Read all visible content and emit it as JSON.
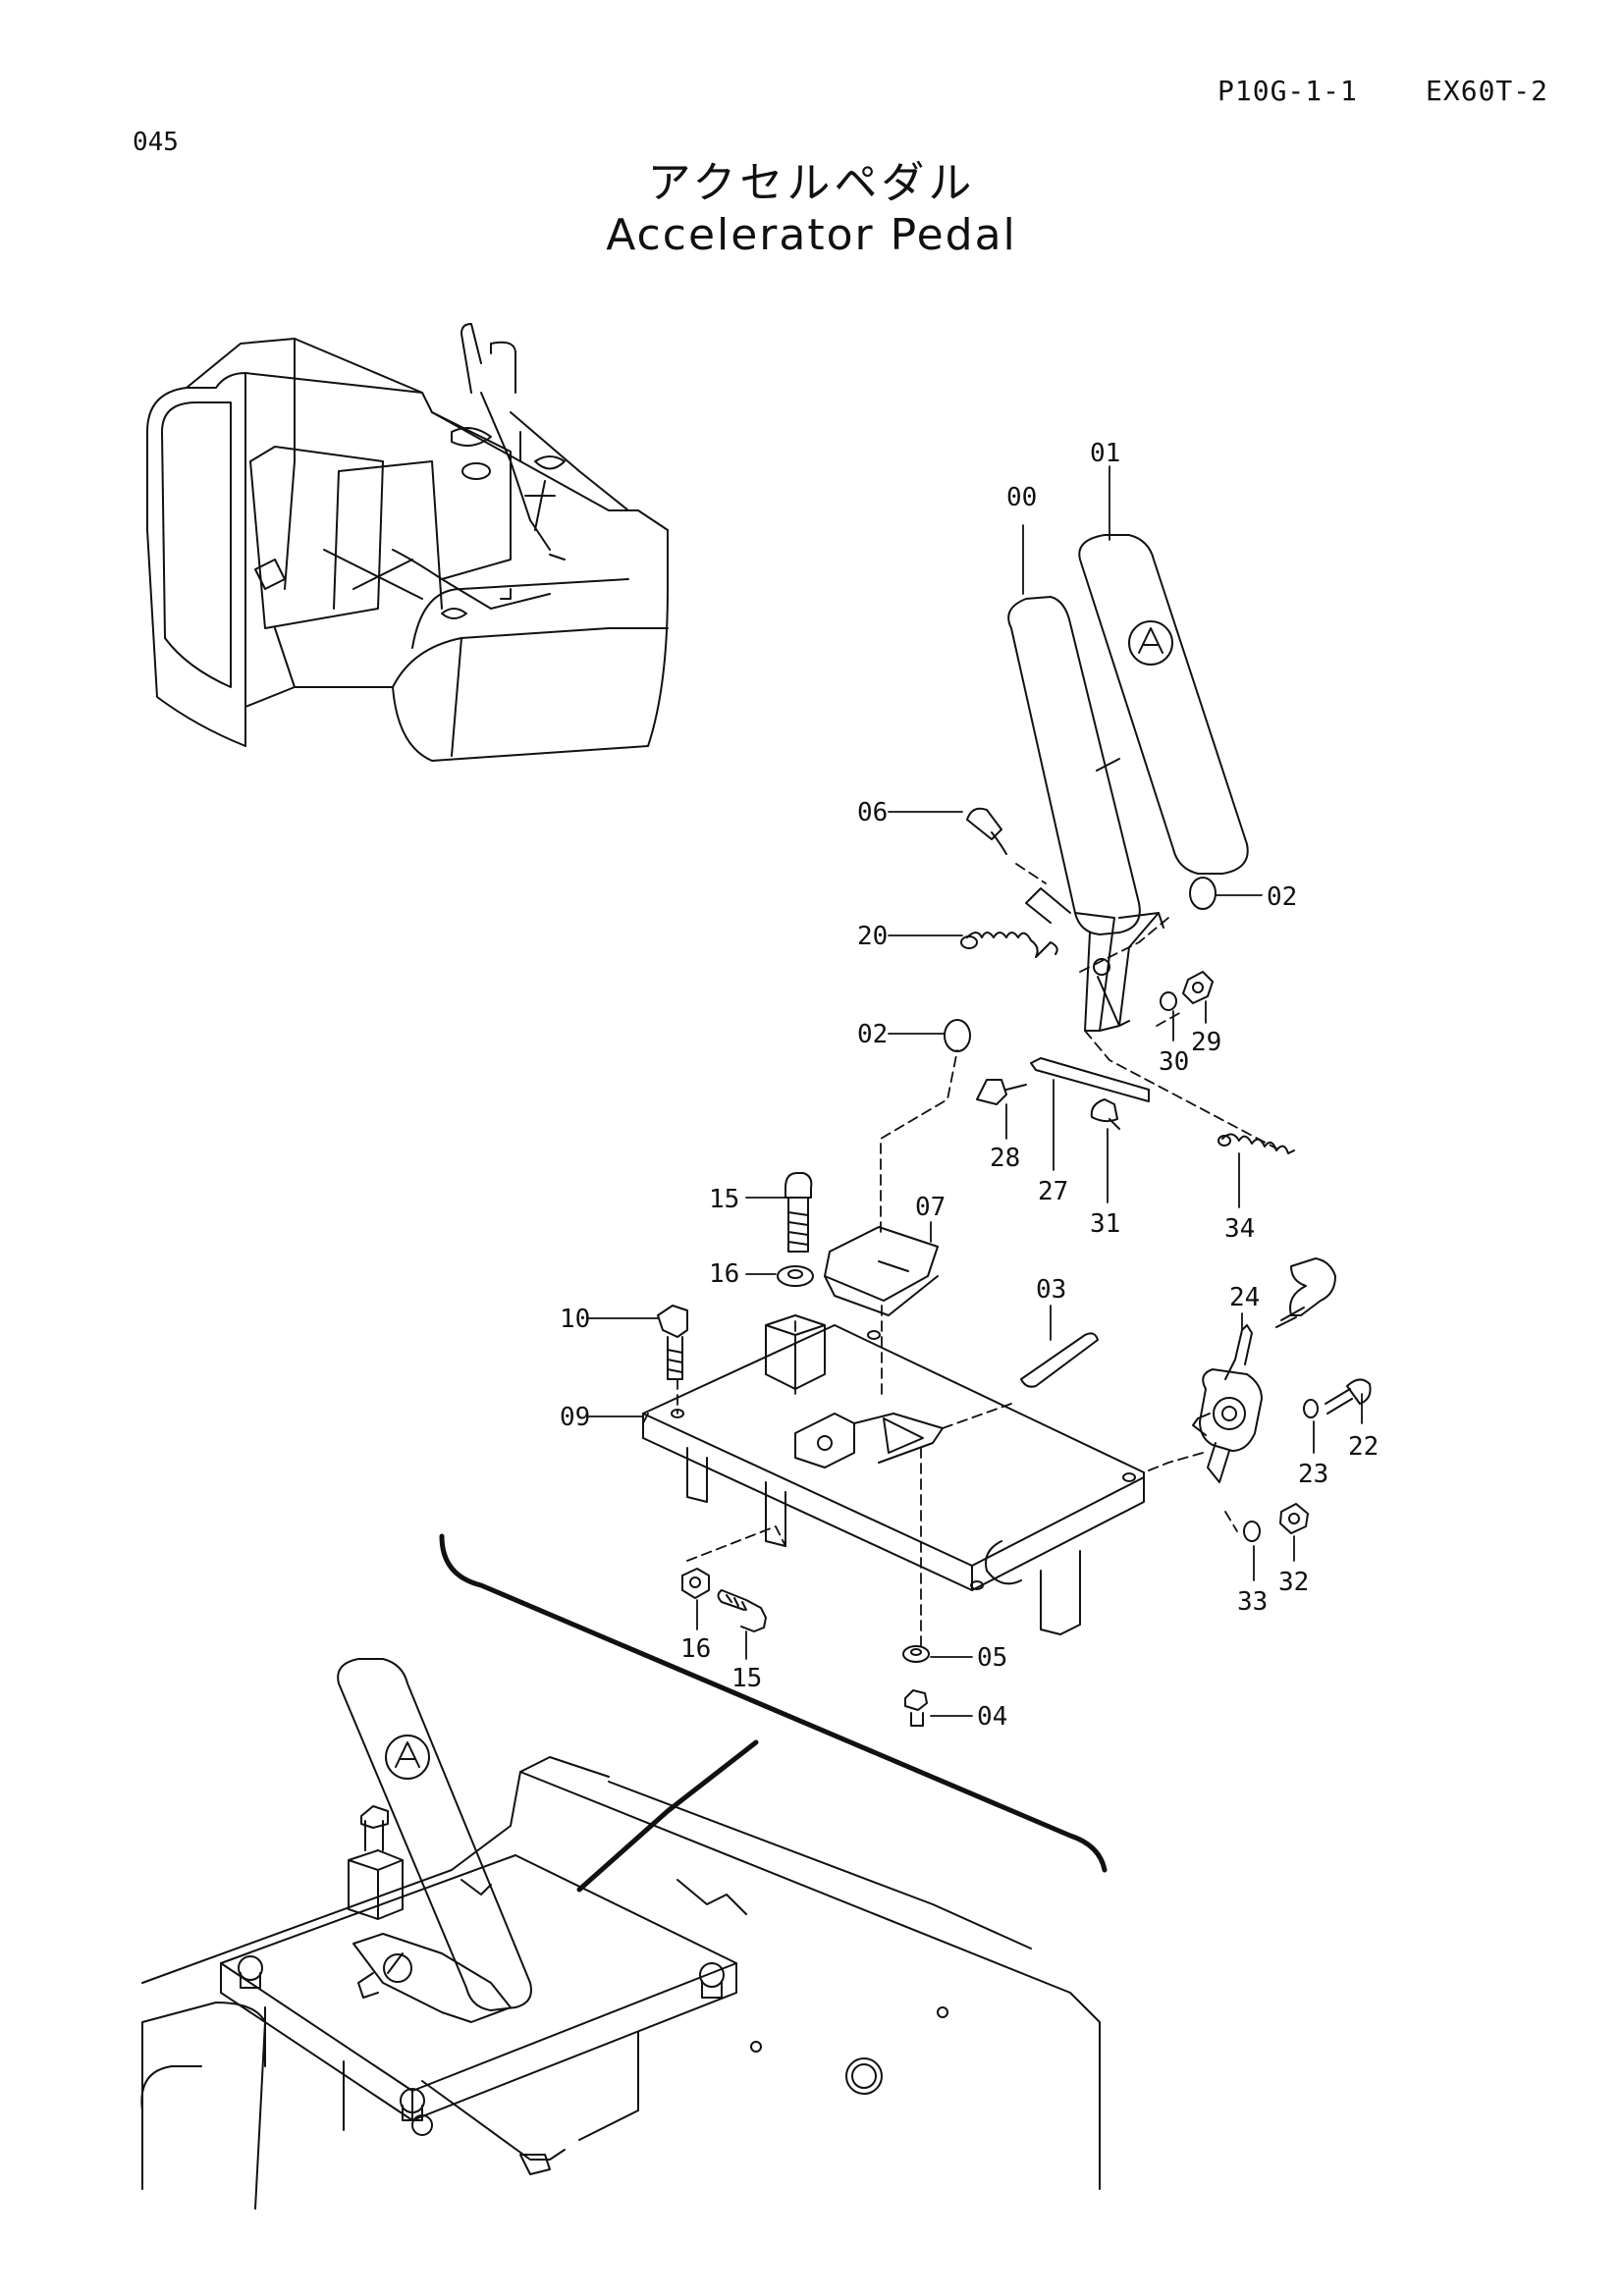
{
  "header": {
    "section_code": "045",
    "page_code": "P10G-1-1",
    "model_code": "EX60T-2",
    "title_jp": "アクセルペダル",
    "title_en": "Accelerator Pedal"
  },
  "callouts": [
    "01",
    "00",
    "06",
    "02",
    "20",
    "02",
    "30",
    "29",
    "28",
    "27",
    "31",
    "34",
    "15",
    "07",
    "16",
    "10",
    "03",
    "24",
    "09",
    "22",
    "23",
    "32",
    "33",
    "16",
    "15",
    "05",
    "04"
  ]
}
